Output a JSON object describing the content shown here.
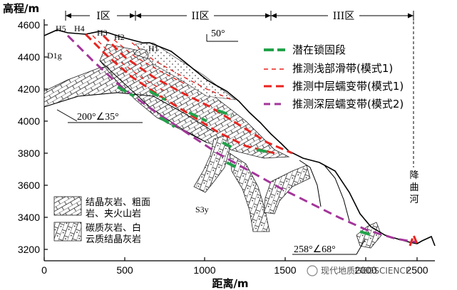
{
  "figure": {
    "y_axis_title": "高程/m",
    "x_axis_title": "距离/m",
    "y_ticks": [
      "4600",
      "4400",
      "4200",
      "4000",
      "3800",
      "3600",
      "3400",
      "3200"
    ],
    "x_ticks": [
      "0",
      "500",
      "1000",
      "1500",
      "2000",
      "2500"
    ],
    "zones": [
      "I区",
      "II区",
      "III区"
    ],
    "points": [
      "H5",
      "H4",
      "H3",
      "H2",
      "H1"
    ],
    "strata": [
      "D1g",
      "S3y"
    ],
    "strike": "50°",
    "attitude_left": "200°∠35°",
    "attitude_right": "258°∠68°",
    "river_label": "降曲河"
  },
  "legend": {
    "items": [
      {
        "label": "潜在锁固段",
        "color": "#22a24a",
        "style": "dashed-thick"
      },
      {
        "label": "推测浅部滑带(模式1)",
        "color": "#e8231f",
        "style": "dashed-thin"
      },
      {
        "label": "推测中层蠕变带(模式1)",
        "color": "#e8231f",
        "style": "dashed-thick"
      },
      {
        "label": "推测深层蠕变带(模式2)",
        "color": "#a3359a",
        "style": "dashed"
      }
    ]
  },
  "lithology_legend": [
    {
      "label_line1": "结晶灰岩、粗面",
      "label_line2": "岩、夹火山岩"
    },
    {
      "label_line1": "碳质灰岩、白",
      "label_line2": "云质结晶灰岩"
    }
  ],
  "watermark": "现代地质GEOSCIENCE"
}
